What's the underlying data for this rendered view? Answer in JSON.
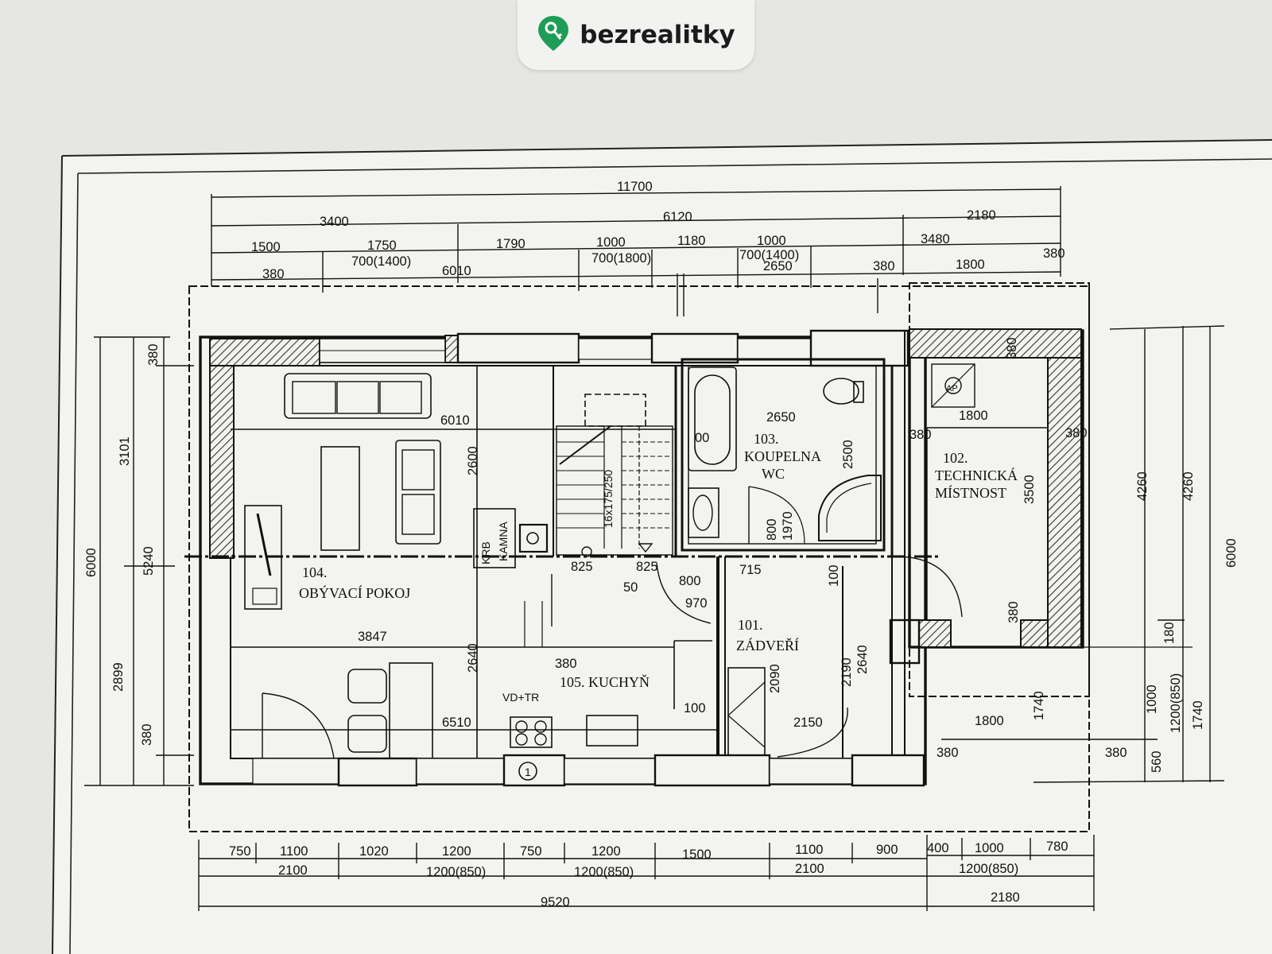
{
  "brand": {
    "name": "bezrealitky",
    "accent": "#1f9d57"
  },
  "rooms": {
    "living": [
      "104.",
      "OBÝVACÍ POKOJ"
    ],
    "bath": [
      "103.",
      "KOUPELNA",
      "WC"
    ],
    "tech": [
      "102.",
      "TECHNICKÁ",
      "MÍSTNOST"
    ],
    "hall": [
      "101.",
      "ZÁDVEŘÍ"
    ],
    "kitchen": "105. KUCHYŇ"
  },
  "fixtures": {
    "stove": "KRB",
    "stove2": "KAMNA",
    "stairs": "16x175/250",
    "vd": "VD+TR",
    "ap": "AP",
    "circle": "1"
  },
  "dims_top": {
    "d11700": "11700",
    "d3400": "3400",
    "d6120": "6120",
    "d2180": "2180",
    "d1500": "1500",
    "d1750": "1750",
    "d700_1400a": "700(1400)",
    "d1790": "1790",
    "d1000a": "1000",
    "d700_1800": "700(1800)",
    "d1180": "1180",
    "d1000b": "1000",
    "d700_1400b": "700(1400)",
    "d2650a": "2650",
    "d3480": "3480",
    "d380a": "380",
    "d6010a": "6010",
    "d380b": "380",
    "d1800a": "1800",
    "d380c": "380"
  },
  "dims_inner": {
    "d6010b": "6010",
    "d2650b": "2650",
    "d1800b": "1800",
    "d2600": "2600",
    "d2500": "2500",
    "d380d": "380",
    "d380e": "380",
    "d3500": "3500",
    "d380f": "380",
    "d825a": "825",
    "d825b": "825",
    "d715": "715",
    "d100a": "100",
    "d50": "50",
    "d800a": "800",
    "d970a": "970",
    "d800b": "800",
    "d1970": "1970",
    "d3847": "3847",
    "d2640a": "2640",
    "d380g": "380",
    "d2090": "2090",
    "d2190": "2190",
    "d2640b": "2640",
    "d100b": "100",
    "d6510": "6510",
    "d2150": "2150",
    "d1800c": "1800",
    "d380h": "380",
    "d700": "00",
    "d380i": "380",
    "d1740a": "1740",
    "d380j": "380",
    "d180": "180"
  },
  "dims_left": {
    "d6000": "6000",
    "d3101": "3101",
    "d5240": "5240",
    "d2899": "2899",
    "d380": "380",
    "d380b": "380"
  },
  "dims_right": {
    "d4260a": "4260",
    "d4260b": "4260",
    "d6000": "6000",
    "d1000": "1000",
    "d1200_850": "1200(850)",
    "d1740": "1740",
    "d560": "560"
  },
  "dims_bottom": {
    "d750a": "750",
    "d1100a": "1100",
    "d1020": "1020",
    "d1200a": "1200",
    "d750b": "750",
    "d1200b": "1200",
    "d1500": "1500",
    "d1100b": "1100",
    "d900": "900",
    "d400": "400",
    "d1000": "1000",
    "d780": "780",
    "d2100a": "2100",
    "d1200_850a": "1200(850)",
    "d1200_850b": "1200(850)",
    "d2100b": "2100",
    "d1200_850c": "1200(850)",
    "d9520": "9520",
    "d2180": "2180"
  }
}
